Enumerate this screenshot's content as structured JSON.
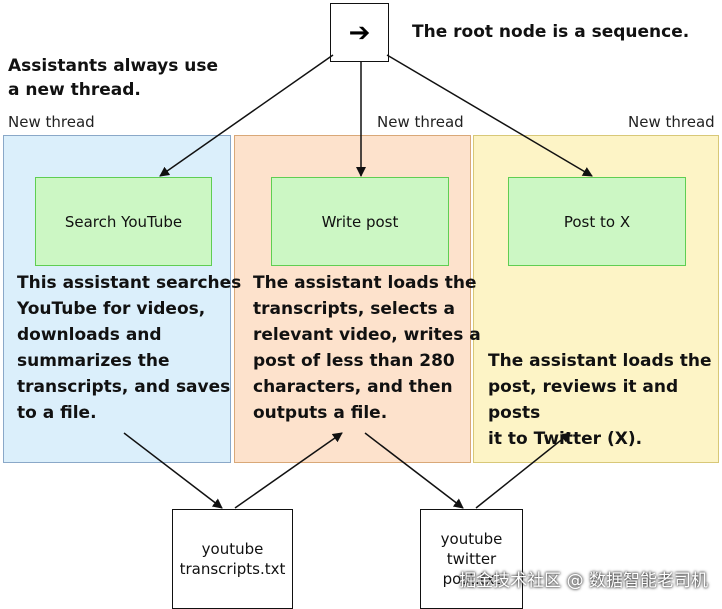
{
  "root": {
    "symbol": "➔",
    "caption": "The root node is a sequence."
  },
  "note": {
    "line1": "Assistants always use",
    "line2": "a new thread."
  },
  "threads": [
    {
      "label": "New thread",
      "node": "Search YouTube",
      "desc": [
        "This assistant searches",
        "YouTube for videos,",
        "downloads and",
        "summarizes the",
        "transcripts, and saves",
        "to a file."
      ]
    },
    {
      "label": "New thread",
      "node": "Write post",
      "desc": [
        "The assistant loads the",
        "transcripts, selects a",
        "relevant video, writes a",
        "post of less than 280",
        "characters, and then",
        "outputs a file."
      ]
    },
    {
      "label": "New thread",
      "node": "Post to X",
      "desc": [
        "The assistant loads the",
        "post, reviews it and posts",
        "it to Twitter (X)."
      ]
    }
  ],
  "files": [
    {
      "line1": "youtube",
      "line2": "transcripts.txt"
    },
    {
      "line1": "youtube",
      "line2": "twitter",
      "line3": "post.txt"
    }
  ],
  "watermark": "掘金技术社区 @ 数据智能老司机"
}
